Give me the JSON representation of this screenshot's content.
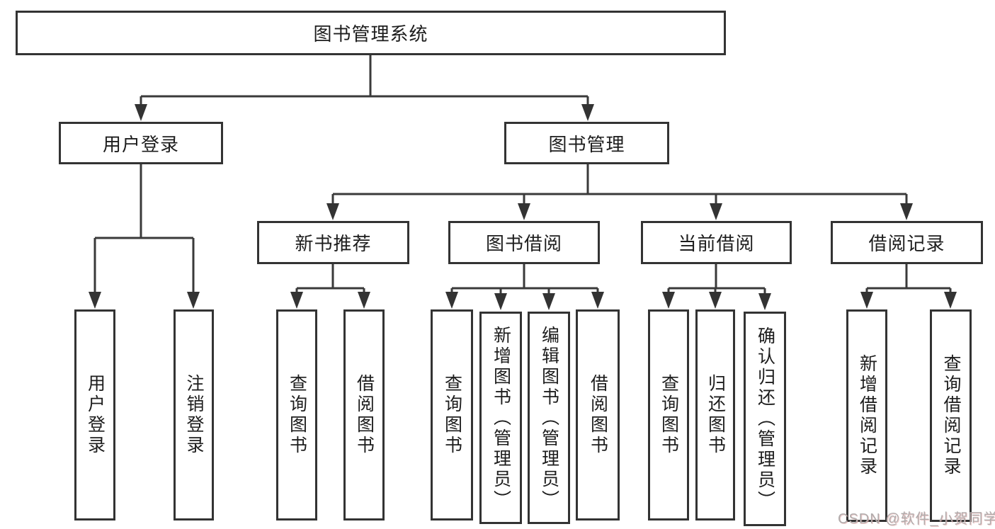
{
  "tree": {
    "root": {
      "label": "图书管理系统"
    },
    "login": {
      "label": "用户登录",
      "children": [
        {
          "label": "用户登录"
        },
        {
          "label": "注销登录"
        }
      ]
    },
    "mgmt": {
      "label": "图书管理",
      "groups": [
        {
          "label": "新书推荐",
          "children": [
            {
              "label": "查询图书"
            },
            {
              "label": "借阅图书"
            }
          ]
        },
        {
          "label": "图书借阅",
          "children": [
            {
              "label": "查询图书"
            },
            {
              "label": "新增图书（管理员）"
            },
            {
              "label": "编辑图书（管理员）"
            },
            {
              "label": "借阅图书"
            }
          ]
        },
        {
          "label": "当前借阅",
          "children": [
            {
              "label": "查询图书"
            },
            {
              "label": "归还图书"
            },
            {
              "label": "确认归还（管理员）"
            }
          ]
        },
        {
          "label": "借阅记录",
          "children": [
            {
              "label": "新增借阅记录"
            },
            {
              "label": "查询借阅记录"
            }
          ]
        }
      ]
    }
  },
  "watermark": {
    "text": "CSDN @软件_小贺同学"
  },
  "colors": {
    "line": "#3a3a3a",
    "border": "#333333",
    "text": "#1d1d1d",
    "background": "#ffffff",
    "watermark": "#b1acac"
  }
}
